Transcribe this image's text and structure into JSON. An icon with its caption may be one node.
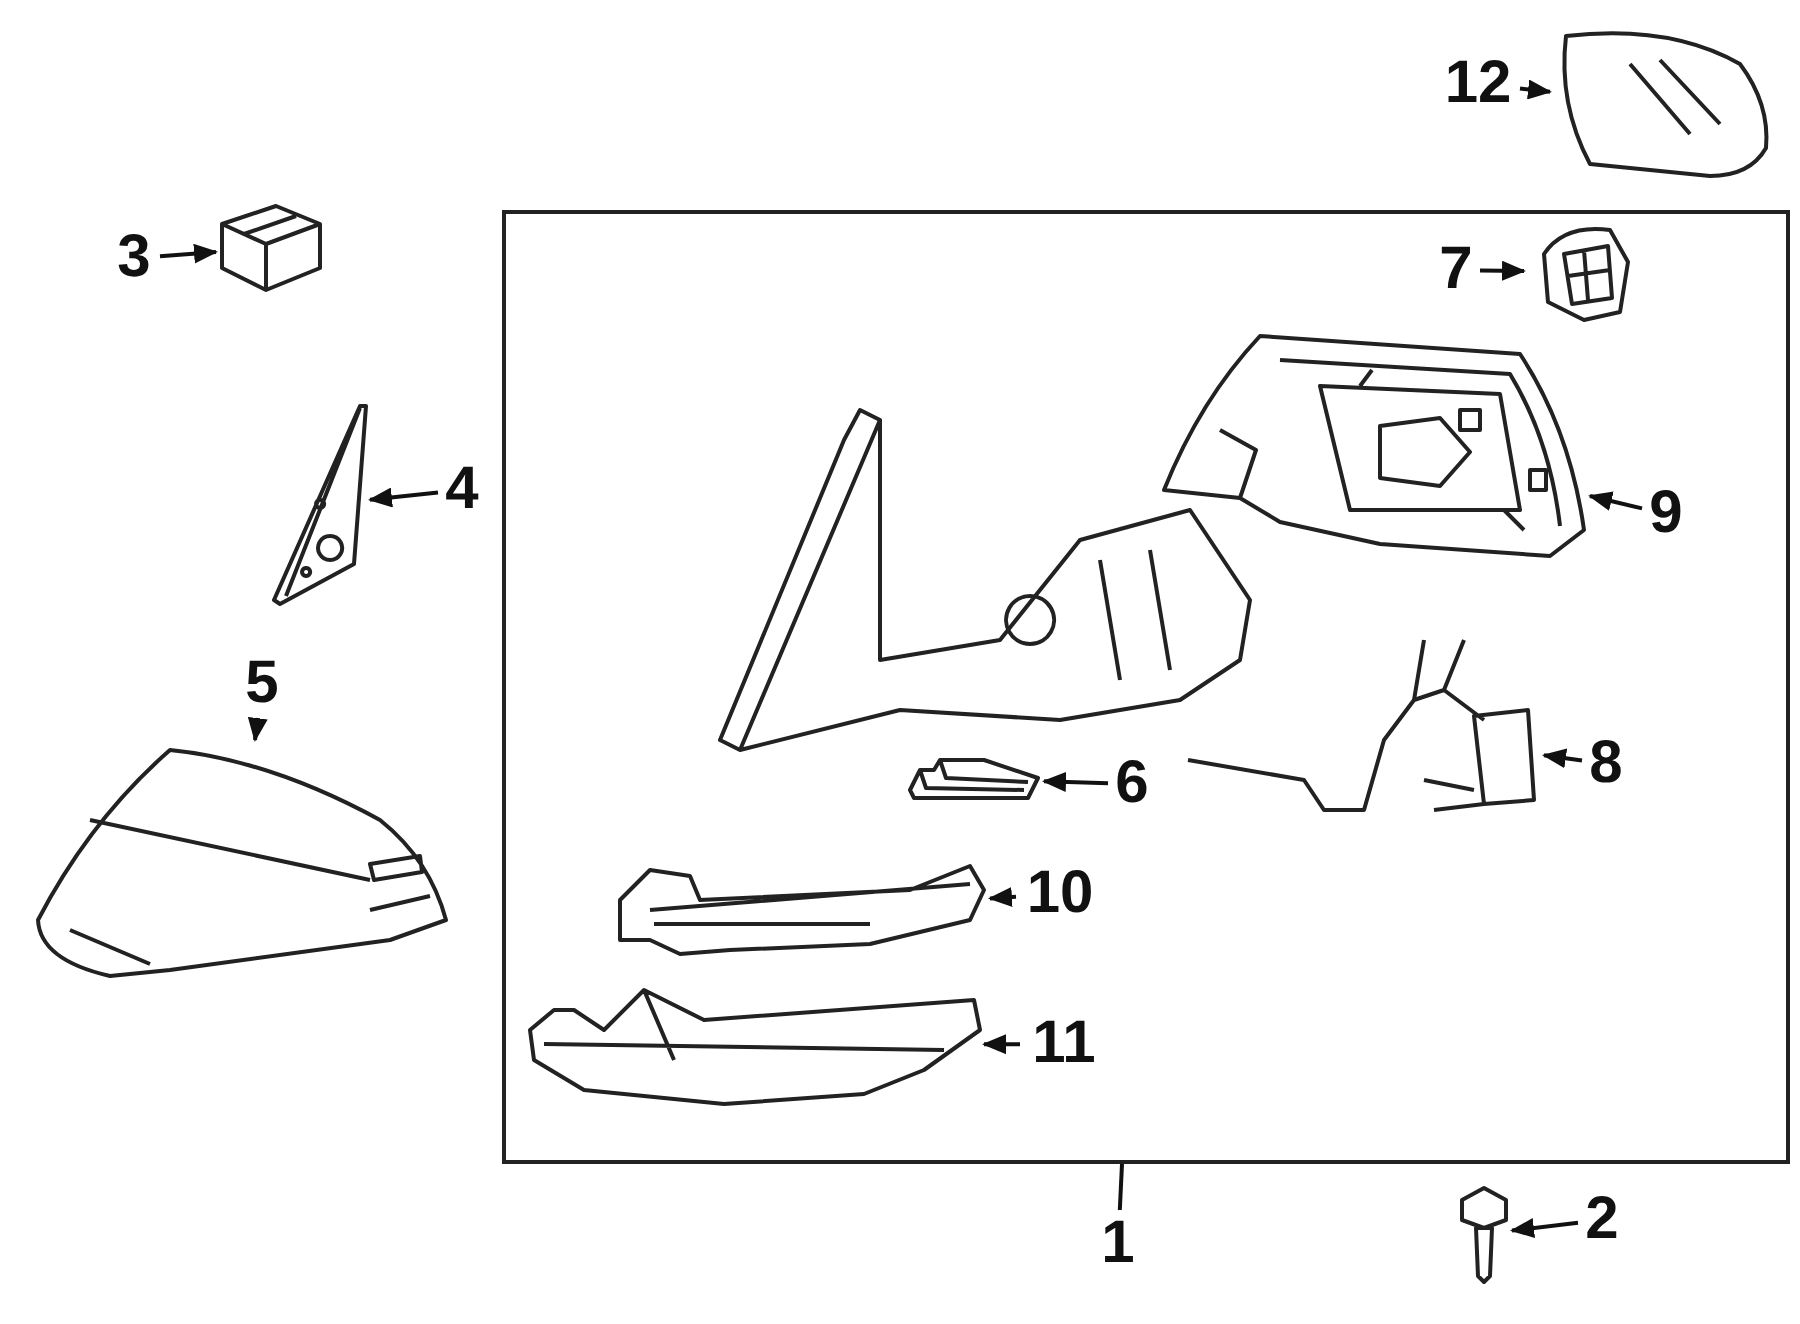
{
  "diagram": {
    "nodes": [
      {
        "text": [
          "12"
        ]
      },
      {
        "text": [],
        "shape": "picture"
      },
      {
        "text": [
          "3"
        ]
      },
      {
        "text": [],
        "shape": "picture"
      },
      {
        "text": [],
        "shape": "box"
      },
      {
        "text": [
          "7"
        ],
        "in": 4
      },
      {
        "text": [],
        "shape": "picture",
        "in": 4
      },
      {
        "text": [],
        "shape": "picture",
        "in": 4
      },
      {
        "text": [
          "9"
        ],
        "in": 4
      },
      {
        "text": [
          "4"
        ]
      },
      {
        "text": [],
        "shape": "picture"
      },
      {
        "text": [],
        "shape": "picture",
        "in": 4
      },
      {
        "text": [
          "5"
        ]
      },
      {
        "text": [],
        "shape": "picture"
      },
      {
        "text": [],
        "shape": "picture",
        "in": 4
      },
      {
        "text": [
          "8"
        ],
        "in": 4
      },
      {
        "text": [],
        "shape": "picture",
        "in": 4
      },
      {
        "text": [
          "6"
        ],
        "in": 4
      },
      {
        "text": [],
        "shape": "picture",
        "in": 4
      },
      {
        "text": [
          "10"
        ],
        "in": 4
      },
      {
        "text": [],
        "shape": "picture",
        "in": 4
      },
      {
        "text": [
          "11"
        ],
        "in": 4
      },
      {
        "text": [
          "1"
        ]
      },
      {
        "text": [],
        "shape": "picture"
      },
      {
        "text": [
          "2"
        ]
      }
    ],
    "edges": [
      {
        "from": 0,
        "to": 1,
        "arrow": "to"
      },
      {
        "from": 2,
        "to": 3,
        "arrow": "to"
      },
      {
        "from": 5,
        "to": 6,
        "arrow": "to"
      },
      {
        "from": 8,
        "to": 7,
        "arrow": "to"
      },
      {
        "from": 9,
        "to": 10,
        "arrow": "to"
      },
      {
        "from": 12,
        "to": 13,
        "arrow": "to"
      },
      {
        "from": 15,
        "to": 14,
        "arrow": "to"
      },
      {
        "from": 17,
        "to": 16,
        "arrow": "to"
      },
      {
        "from": 19,
        "to": 18,
        "arrow": "to"
      },
      {
        "from": 21,
        "to": 20,
        "arrow": "to"
      },
      {
        "from": 22,
        "to": 4,
        "arrow": "none"
      },
      {
        "from": 24,
        "to": 23,
        "arrow": "to"
      }
    ]
  }
}
